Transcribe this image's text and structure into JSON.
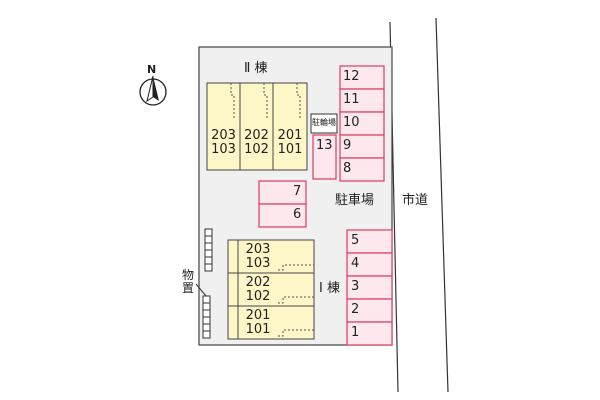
{
  "north_label": "N",
  "building_2": {
    "name": "Ⅱ 棟",
    "columns": [
      [
        "203",
        "103"
      ],
      [
        "202",
        "102"
      ],
      [
        "201",
        "101"
      ]
    ]
  },
  "building_1": {
    "name": "Ⅰ 棟",
    "units": [
      [
        "203",
        "103"
      ],
      [
        "202",
        "102"
      ],
      [
        "201",
        "101"
      ]
    ]
  },
  "bicycle_parking": {
    "label": "駐輪場",
    "space": "13"
  },
  "parking_label": "駐車場",
  "parking_right_upper": [
    "12",
    "11",
    "10",
    "9",
    "8"
  ],
  "parking_middle": [
    "7",
    "6"
  ],
  "parking_right_lower": [
    "5",
    "4",
    "3",
    "2",
    "1"
  ],
  "storage_label": "物置",
  "road_label": "市道",
  "colors": {
    "building_fill": "#fdf7c7",
    "parking_stroke": "#e23a5e",
    "parking_fill": "#fde8ee"
  }
}
